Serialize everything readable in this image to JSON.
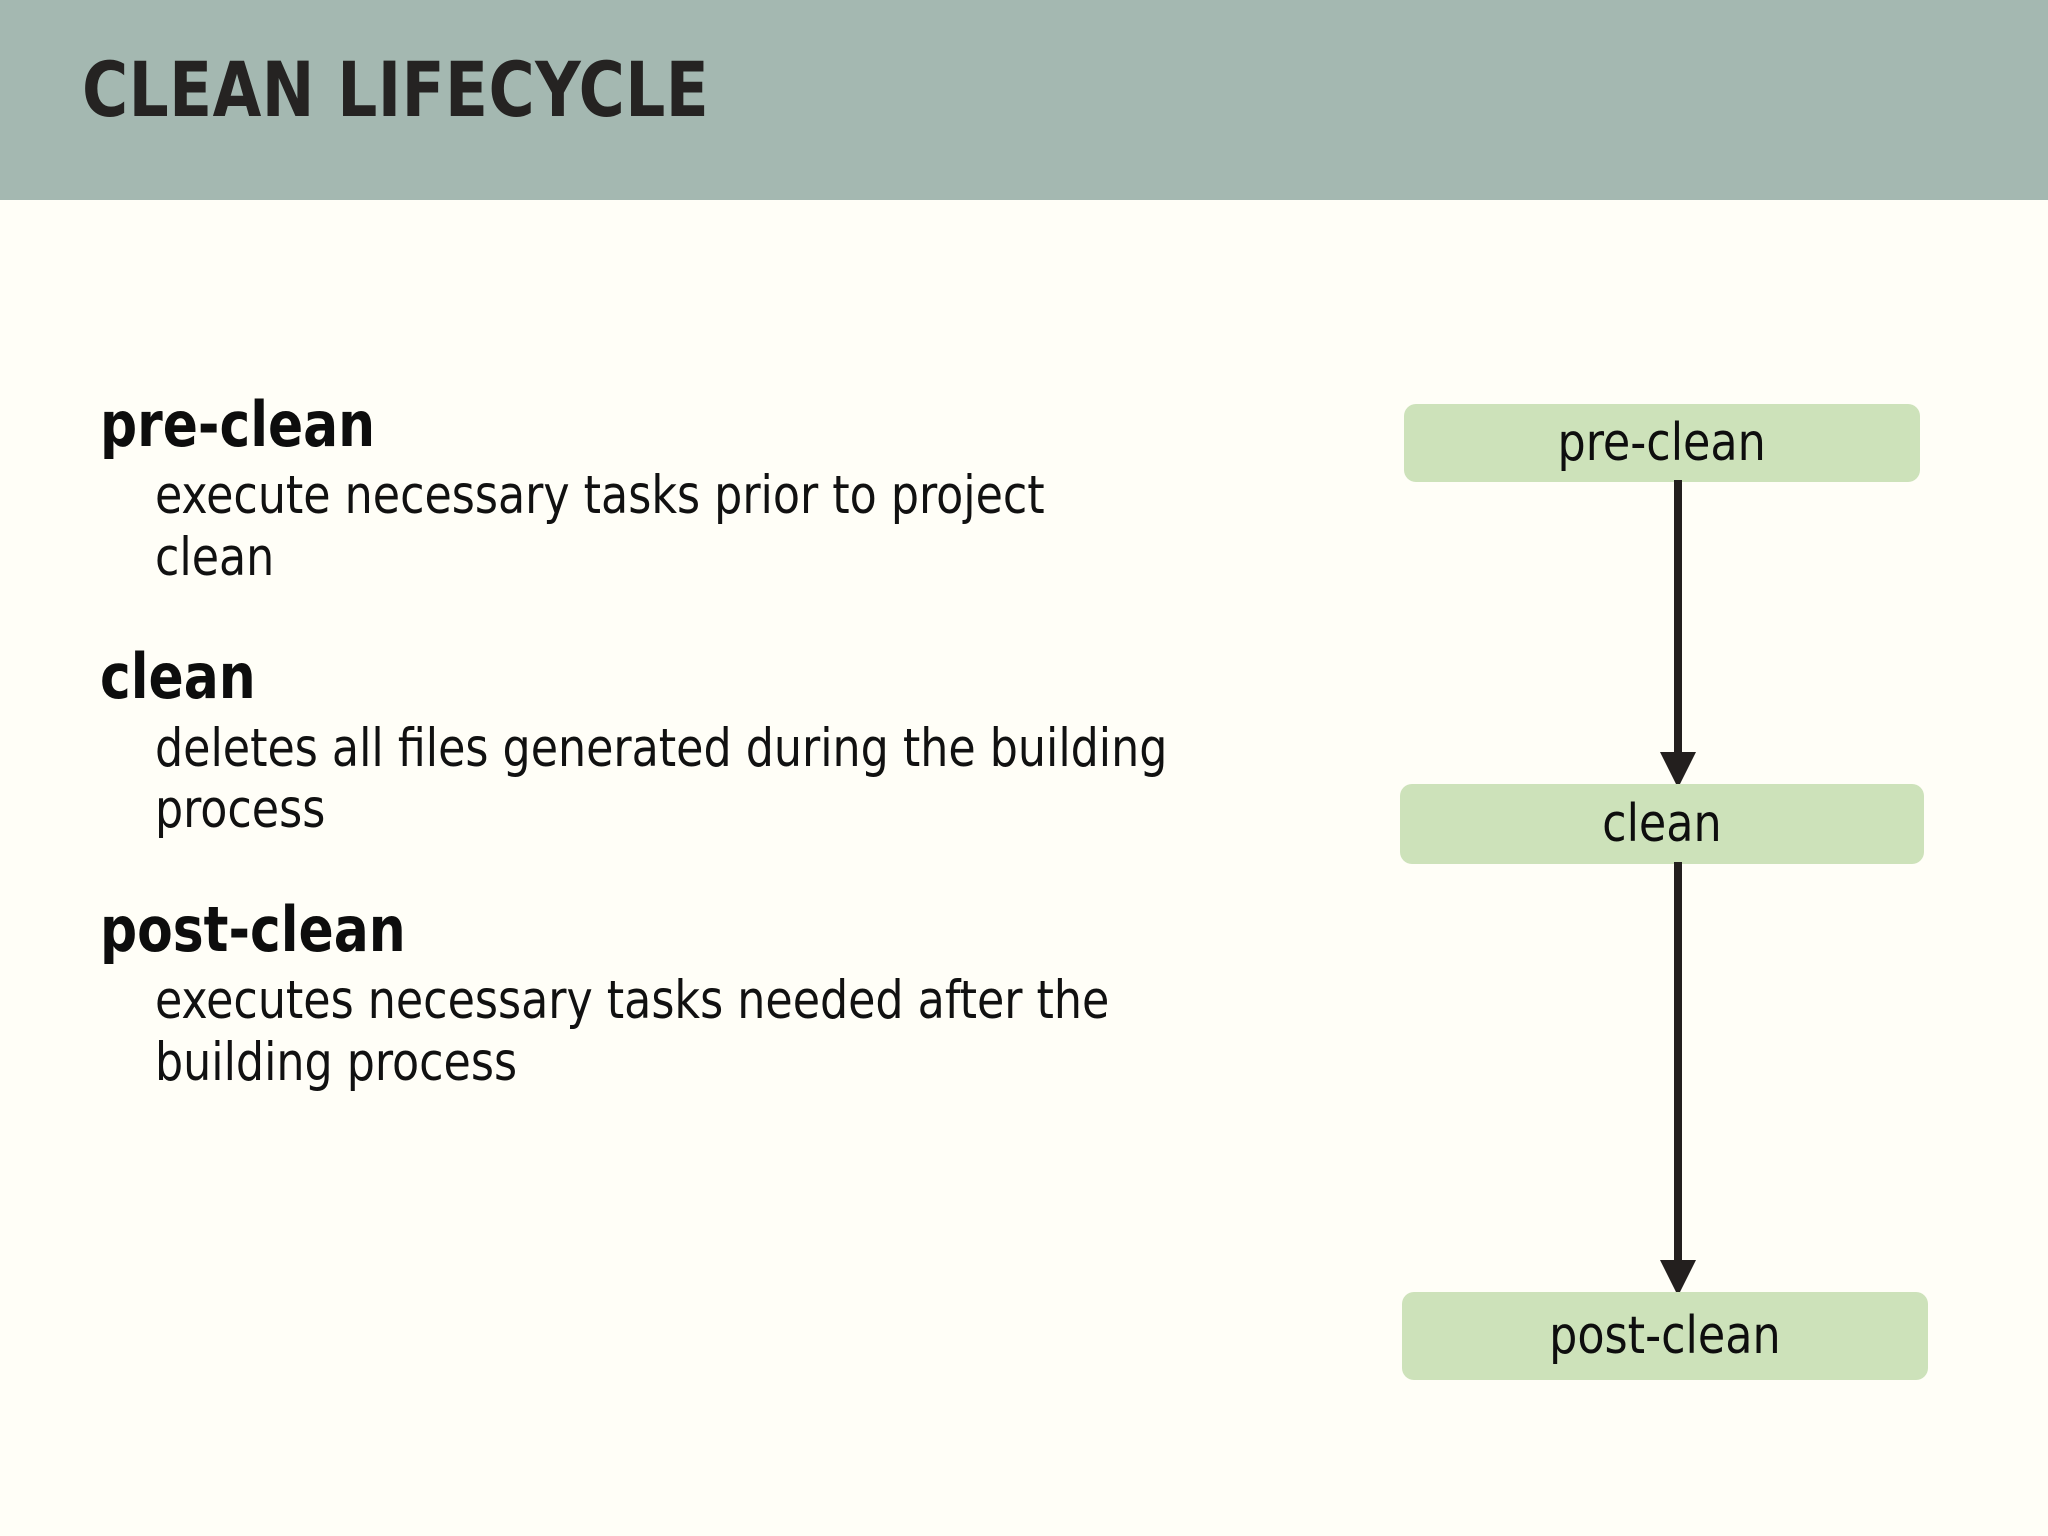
{
  "slide": {
    "title": "CLEAN LIFECYCLE",
    "colors": {
      "header_bg": "#a4b8b1",
      "body_bg": "#fffef7",
      "node_bg": "#cde2ba",
      "title_text": "#252322",
      "body_text": "#111111",
      "arrow": "#231f1e"
    }
  },
  "content": {
    "entries": [
      {
        "term": "pre-clean",
        "description": "execute necessary tasks prior to project clean"
      },
      {
        "term": "clean",
        "description": "deletes all files generated during the building process"
      },
      {
        "term": "post-clean",
        "description": "executes necessary tasks needed after the building process"
      }
    ]
  },
  "diagram": {
    "type": "flowchart",
    "direction": "top-to-bottom",
    "nodes": [
      {
        "label": "pre-clean"
      },
      {
        "label": "clean"
      },
      {
        "label": "post-clean"
      }
    ],
    "edges": [
      {
        "from": "pre-clean",
        "to": "clean",
        "style": "solid-arrow-down"
      },
      {
        "from": "clean",
        "to": "post-clean",
        "style": "solid-arrow-down"
      }
    ]
  }
}
